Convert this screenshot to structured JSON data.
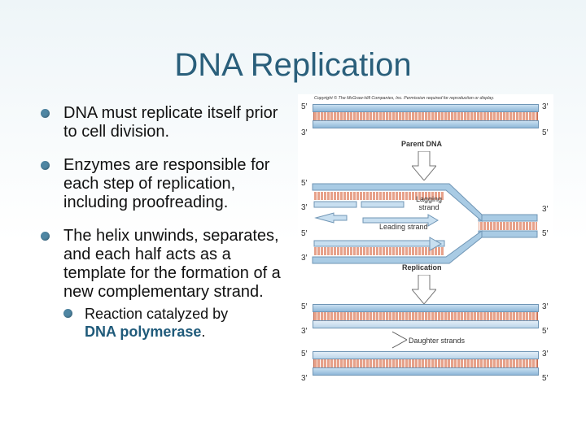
{
  "title": "DNA Replication",
  "bullets": [
    "DNA must replicate itself prior to cell division.",
    "Enzymes are responsible for each step of replication, including proofreading.",
    "The helix unwinds, separates, and each half acts as a template for the formation of a new complementary strand."
  ],
  "sub_bullet": {
    "text": "Reaction catalyzed by",
    "emphasis": "DNA polymerase",
    "suffix": "."
  },
  "figure": {
    "copyright": "Copyright © The McGraw-Hill Companies, Inc. Permission required for reproduction or display.",
    "end_5": "5′",
    "end_3": "3′",
    "parent_label": "Parent DNA",
    "replication_label": "Replication",
    "lagging_label": "Lagging strand",
    "leading_label": "Leading strand",
    "daughter_label": "Daughter strands"
  },
  "colors": {
    "title": "#2a5f7b",
    "bullet": "#4f86a3",
    "emphasis": "#1f5a7a"
  }
}
